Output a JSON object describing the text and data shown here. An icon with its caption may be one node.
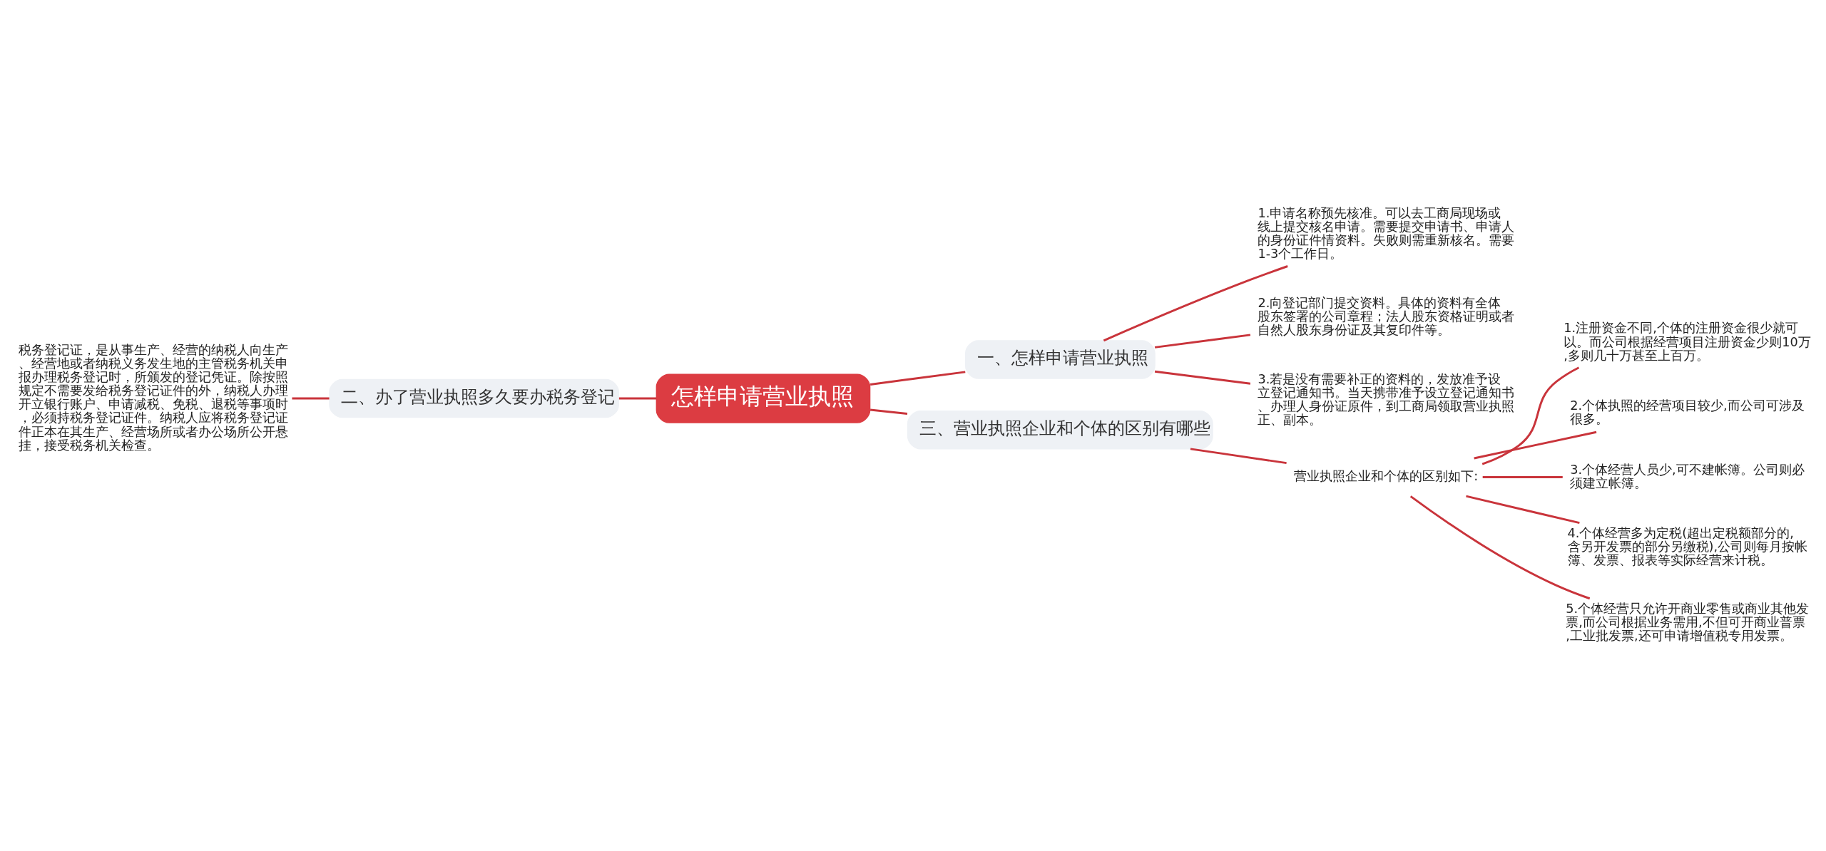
{
  "diagram": {
    "nodes": [
      {
        "text": [
          "怎样申请营业执照"
        ]
      },
      {
        "text": [
          "一、怎样申请营业执照"
        ]
      },
      {
        "text": [
          "1.申请名称预先核准。可以去工商局现场或线上提交核名申请。需要提交申请书、申请人的身份证件情资料。失败则需重新核名。需要1-3个工作日。"
        ]
      },
      {
        "text": [
          "2.向登记部门提交资料。具体的资料有全体股东签署的公司章程；法人股东资格证明或者自然人股东身份证及其复印件等。"
        ]
      },
      {
        "text": [
          "3.若是没有需要补正的资料的，发放准予设立登记通知书。当天携带准予设立登记通知书、办理人身份证原件，到工商局领取营业执照正、副本。"
        ]
      },
      {
        "text": [
          "二、办了营业执照多久要办税务登记"
        ]
      },
      {
        "text": [
          "税务登记证，是从事生产、经营的纳税人向生产、经营地或者纳税义务发生地的主管税务机关申报办理税务登记时，所颁发的登记凭证。除按照规定不需要发给税务登记证件的外，纳税人办理开立银行账户、申请减税、免税、退税等事项时，必须持税务登记证件。纳税人应将税务登记证件正本在其生产、经营场所或者办公场所公开悬挂，接受税务机关检查。"
        ]
      },
      {
        "text": [
          "三、营业执照企业和个体的区别有哪些"
        ]
      },
      {
        "text": [
          "营业执照企业和个体的区别如下:"
        ]
      },
      {
        "text": [
          "1.注册资金不同,个体的注册资金很少就可以。而公司根据经营项目注册资金少则10万,多则几十万甚至上百万。"
        ]
      },
      {
        "text": [
          "2.个体执照的经营项目较少,而公司可涉及很多。"
        ]
      },
      {
        "text": [
          "3.个体经营人员少,可不建帐簿。公司则必须建立帐簿。"
        ]
      },
      {
        "text": [
          "4.个体经营多为定税(超出定税额部分的,含另开发票的部分另缴税),公司则每月按帐簿、发票、报表等实际经营来计税。"
        ]
      },
      {
        "text": [
          "5.个体经营只允许开商业零售或商业其他发票,而公司根据业务需用,不但可开商业普票,工业批发票,还可申请增值税专用发票。"
        ]
      }
    ],
    "edges": [
      {
        "from": 0,
        "to": 1,
        "arrow": "none"
      },
      {
        "from": 1,
        "to": 2,
        "arrow": "none"
      },
      {
        "from": 1,
        "to": 3,
        "arrow": "none"
      },
      {
        "from": 1,
        "to": 4,
        "arrow": "none"
      },
      {
        "from": 0,
        "to": 5,
        "arrow": "none"
      },
      {
        "from": 5,
        "to": 6,
        "arrow": "none"
      },
      {
        "from": 0,
        "to": 7,
        "arrow": "none"
      },
      {
        "from": 7,
        "to": 8,
        "arrow": "none"
      },
      {
        "from": 8,
        "to": 9,
        "arrow": "none"
      },
      {
        "from": 8,
        "to": 10,
        "arrow": "none"
      },
      {
        "from": 8,
        "to": 11,
        "arrow": "none"
      },
      {
        "from": 8,
        "to": 12,
        "arrow": "none"
      },
      {
        "from": 8,
        "to": 13,
        "arrow": "none"
      }
    ]
  }
}
